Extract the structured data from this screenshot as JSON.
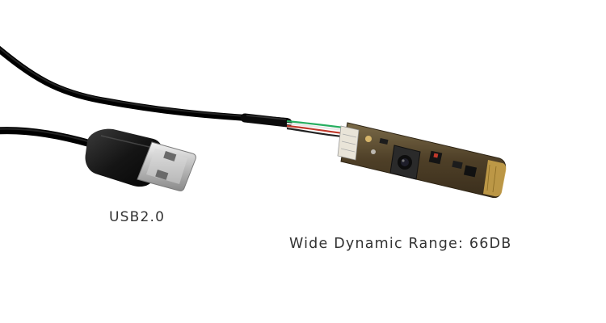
{
  "captions": {
    "usb_label": "USB2.0",
    "wdr_label": "Wide Dynamic Range: 66DB"
  },
  "colors": {
    "background": "#ffffff",
    "cable": "#151515",
    "connector_shell": "#1a1a1a",
    "usb_metal": "#c8c8c8",
    "pcb": "#5a4a30",
    "gold_contacts": "#c9a24a",
    "wire_red": "#c0392b",
    "wire_green": "#27ae60",
    "wire_white": "#e8e8e8",
    "caption_text": "#333333"
  },
  "icons": [
    "usb-cable-image",
    "usb-a-connector-image",
    "camera-module-board-image"
  ]
}
